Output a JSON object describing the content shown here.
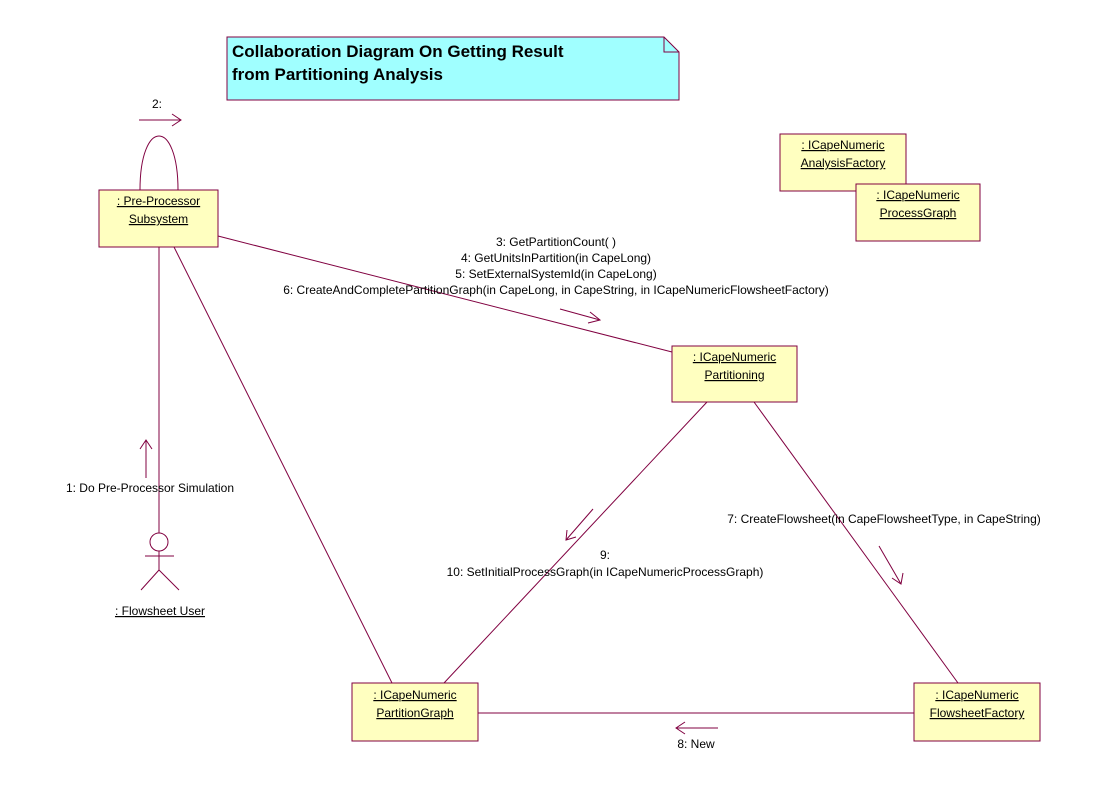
{
  "title": {
    "lines": [
      "Collaboration Diagram On Getting Result",
      "from Partitioning Analysis"
    ]
  },
  "objects": {
    "preprocessor": {
      "lines": [
        ": Pre-Processor",
        "Subsystem"
      ]
    },
    "analysis_factory": {
      "lines": [
        ": ICapeNumeric",
        "AnalysisFactory"
      ]
    },
    "process_graph": {
      "lines": [
        ": ICapeNumeric",
        "ProcessGraph"
      ]
    },
    "partitioning": {
      "lines": [
        ": ICapeNumeric",
        "Partitioning"
      ]
    },
    "partition_graph": {
      "lines": [
        ": ICapeNumeric",
        "PartitionGraph"
      ]
    },
    "flowsheet_factory": {
      "lines": [
        ": ICapeNumeric",
        "FlowsheetFactory"
      ]
    }
  },
  "actor": {
    "label": ": Flowsheet User"
  },
  "messages": {
    "m2": "2:",
    "m1": "1: Do Pre-Processor Simulation",
    "m3": "3: GetPartitionCount( )",
    "m4": "4: GetUnitsInPartition(in CapeLong)",
    "m5": "5: SetExternalSystemId(in CapeLong)",
    "m6": "6: CreateAndCompletePartitionGraph(in CapeLong, in CapeString, in ICapeNumericFlowsheetFactory)",
    "m7": "7: CreateFlowsheet(in CapeFlowsheetType, in CapeString)",
    "m9": "9:",
    "m10": "10: SetInitialProcessGraph(in ICapeNumericProcessGraph)",
    "m8": "8: New"
  },
  "colors": {
    "line": "#800040",
    "object_fill": "#ffffc0",
    "object_border": "#800040",
    "note_fill": "#a0ffff",
    "note_border": "#800040",
    "text": "#000000"
  }
}
